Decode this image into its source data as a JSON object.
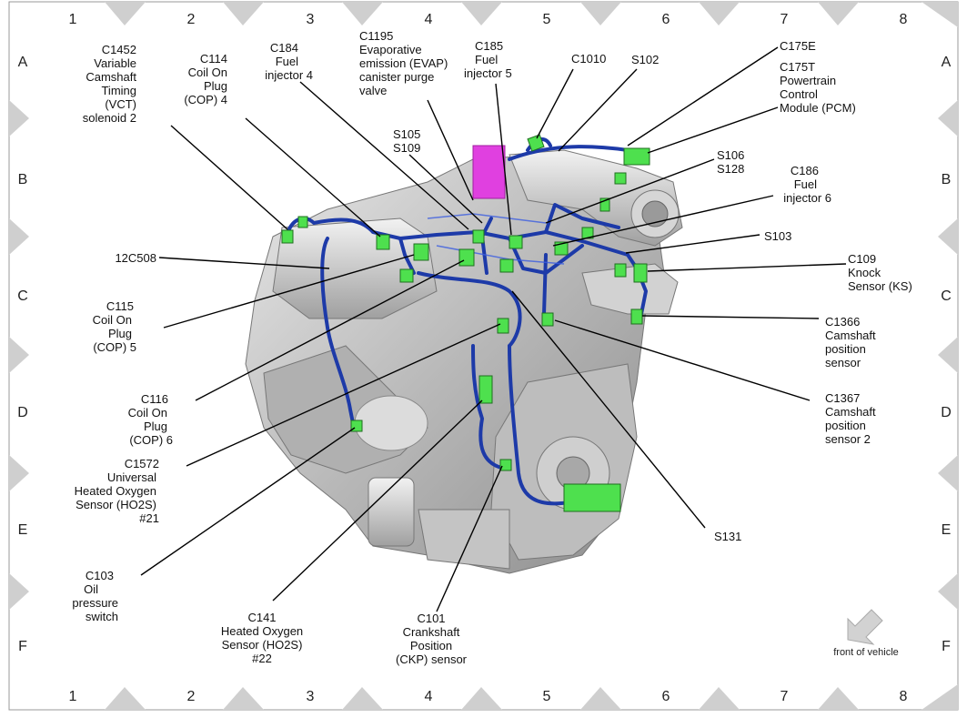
{
  "grid": {
    "columns": [
      "1",
      "2",
      "3",
      "4",
      "5",
      "6",
      "7",
      "8"
    ],
    "rows": [
      "A",
      "B",
      "C",
      "D",
      "E",
      "F"
    ]
  },
  "labels": {
    "c1452": [
      "C1452",
      "Variable",
      "Camshaft",
      "Timing",
      "(VCT)",
      "solenoid 2"
    ],
    "c114": [
      "C114",
      "Coil On",
      "Plug",
      "(COP) 4"
    ],
    "c184": [
      "C184",
      "Fuel",
      "injector 4"
    ],
    "c1195": [
      "C1195",
      "Evaporative",
      "emission (EVAP)",
      "canister purge",
      "valve"
    ],
    "c185": [
      "C185",
      "Fuel",
      "injector 5"
    ],
    "c1010": [
      "C1010"
    ],
    "s102": [
      "S102"
    ],
    "c175e": [
      "C175E"
    ],
    "c175t": [
      "C175T",
      "Powertrain",
      "Control",
      "Module (PCM)"
    ],
    "s105": [
      "S105",
      "S109"
    ],
    "s106": [
      "S106",
      "S128"
    ],
    "c186": [
      "C186",
      "Fuel",
      "injector 6"
    ],
    "s103": [
      "S103"
    ],
    "c12508": [
      "12C508"
    ],
    "c109": [
      "C109",
      "Knock",
      "Sensor (KS)"
    ],
    "c115": [
      "C115",
      "Coil On",
      "Plug",
      "(COP) 5"
    ],
    "c1366": [
      "C1366",
      "Camshaft",
      "position",
      "sensor"
    ],
    "c1367": [
      "C1367",
      "Camshaft",
      "position",
      "sensor 2"
    ],
    "c116": [
      "C116",
      "Coil On",
      "Plug",
      "(COP) 6"
    ],
    "c1572": [
      "C1572",
      "Universal",
      "Heated Oxygen",
      "Sensor (HO2S)",
      "#21"
    ],
    "s131": [
      "S131"
    ],
    "c103": [
      "C103",
      "Oil",
      "pressure",
      "switch"
    ],
    "c141": [
      "C141",
      "Heated Oxygen",
      "Sensor (HO2S)",
      "#22"
    ],
    "c101": [
      "C101",
      "Crankshaft",
      "Position",
      "(CKP) sensor"
    ]
  },
  "front_of_vehicle": "front of vehicle",
  "colors": {
    "harness": "#1d3aa8",
    "connector": "#4ee04e",
    "evap_valve": "#e040e0",
    "engine": "#c8c8c8",
    "grid_marker": "#cfcfcf"
  }
}
